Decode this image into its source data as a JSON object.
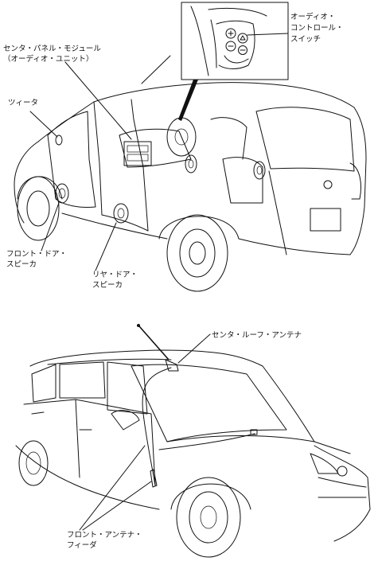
{
  "diagram_1": {
    "labels": {
      "audio_control_switch_l1": "オーディオ・",
      "audio_control_switch_l2": "コントロール・",
      "audio_control_switch_l3": "スイッチ",
      "center_panel_module_l1": "センタ・パネル・モジュール",
      "center_panel_module_l2": "（オーディオ・ユニット）",
      "tweeter": "ツィータ",
      "front_door_speaker_l1": "フロント・ドア・",
      "front_door_speaker_l2": "スピーカ",
      "rear_door_speaker_l1": "リヤ・ドア・",
      "rear_door_speaker_l2": "スピーカ"
    }
  },
  "diagram_2": {
    "labels": {
      "center_roof_antenna": "センタ・ルーフ・アンテナ",
      "front_antenna_feeder_l1": "フロント・アンテナ・",
      "front_antenna_feeder_l2": "フィーダ"
    }
  }
}
